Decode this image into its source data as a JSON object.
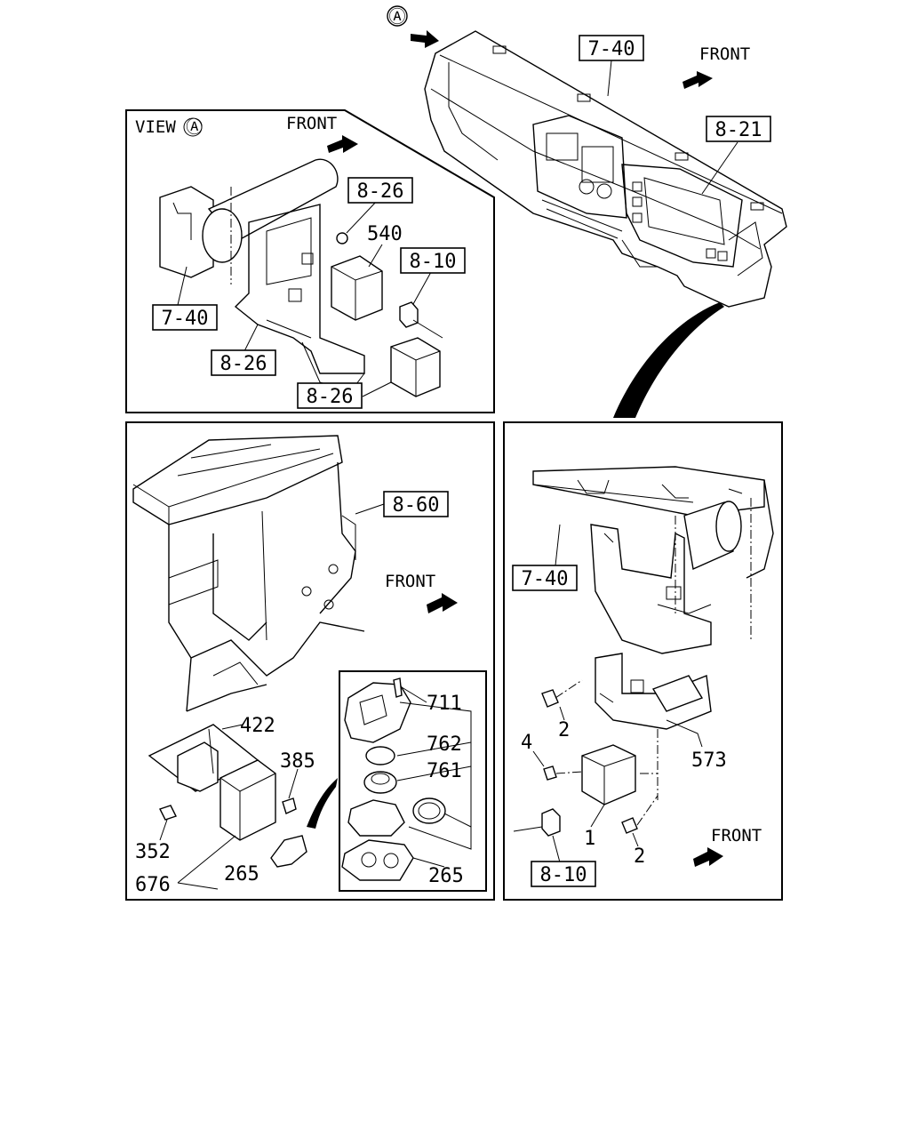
{
  "labels": {
    "view_marker": "Ⓐ",
    "view_title": "VIEW Ⓐ",
    "front": "FRONT",
    "ref_7_40": "7-40",
    "ref_8_21": "8-21",
    "ref_8_26": "8-26",
    "ref_8_10": "8-10",
    "ref_8_60": "8-60",
    "p540": "540",
    "p711": "711",
    "p762": "762",
    "p761": "761",
    "p265": "265",
    "p422": "422",
    "p385": "385",
    "p352": "352",
    "p676": "676",
    "p2": "2",
    "p4": "4",
    "p1": "1",
    "p573": "573"
  }
}
